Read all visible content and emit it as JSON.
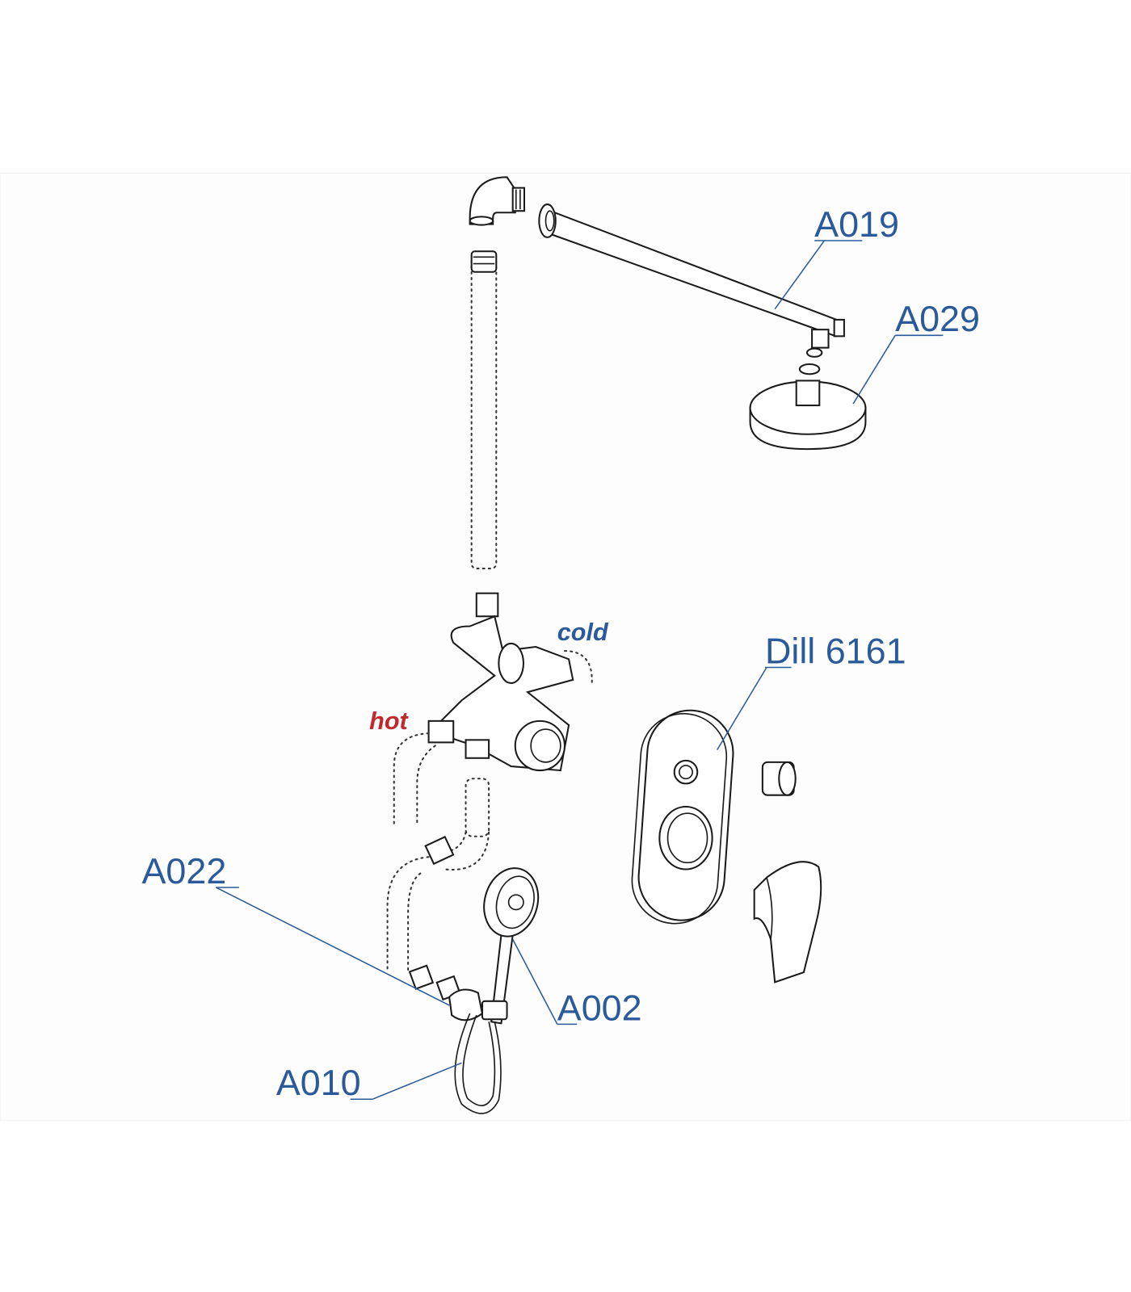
{
  "diagram": {
    "type": "exploded shower system parts diagram",
    "labels": {
      "arm": "A019",
      "head": "A029",
      "mixer": "Dill 6161",
      "cold": "cold",
      "hot": "hot",
      "outlet": "A022",
      "hand_shower": "A002",
      "hose": "A010"
    },
    "colors": {
      "label": "#2b5a9a",
      "hot": "#c0282d",
      "cold": "#2b5a9a",
      "line": "#1a1a1a"
    }
  }
}
